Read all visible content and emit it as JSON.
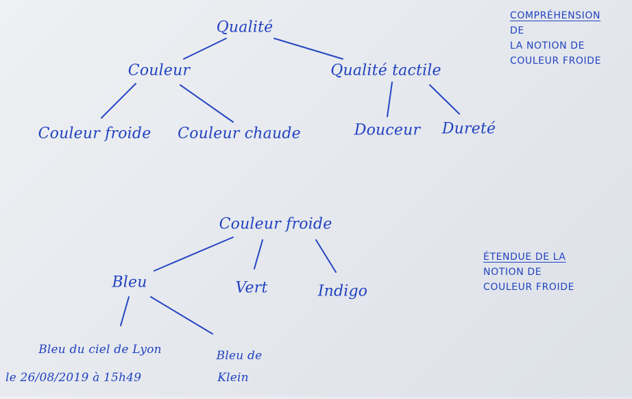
{
  "tree_comprehension": {
    "root": "Qualité",
    "couleur": "Couleur",
    "qualite_tactile": "Qualité tactile",
    "couleur_froide": "Couleur froide",
    "couleur_chaude": "Couleur chaude",
    "douceur": "Douceur",
    "durete": "Dureté"
  },
  "tree_etendue": {
    "root": "Couleur froide",
    "bleu": "Bleu",
    "vert": "Vert",
    "indigo": "Indigo",
    "bleu_ciel_lyon": "Bleu du ciel de Lyon",
    "date": "le 26/08/2019 à 15h49",
    "bleu_klein_line1": "Bleu de",
    "bleu_klein_line2": "Klein"
  },
  "notes": {
    "comprehension": {
      "line1": "Compréhension",
      "line1_tail": "de",
      "line2": "la notion de",
      "line3": "couleur froide"
    },
    "etendue": {
      "line1": "Étendue de la",
      "line2": "notion de",
      "line3": "couleur froide"
    }
  },
  "colors": {
    "ink": "#2142c0",
    "paper": "#e8ebf0"
  }
}
